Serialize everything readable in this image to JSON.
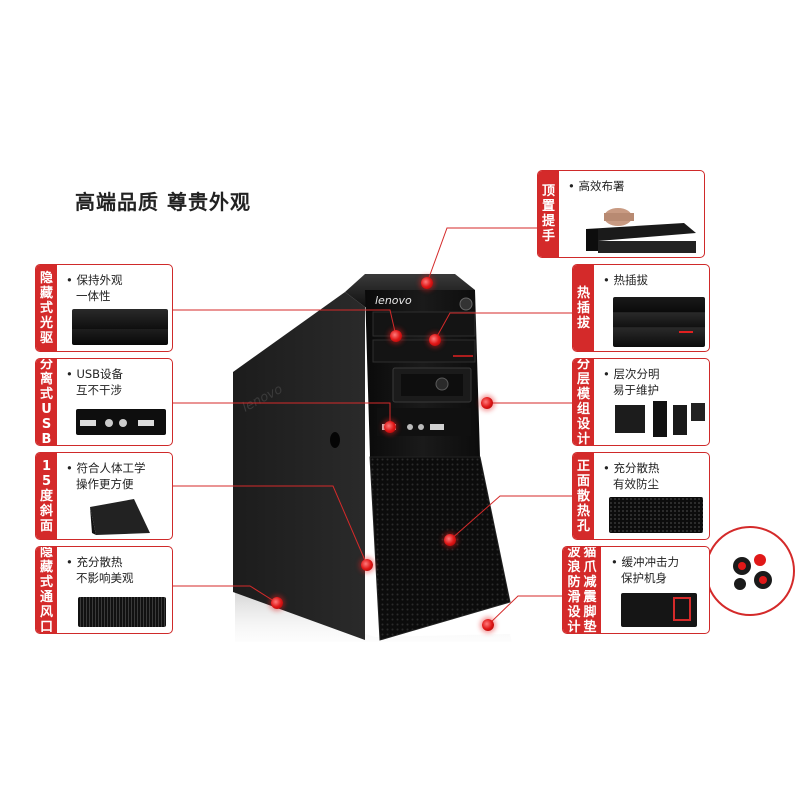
{
  "headline": "高端品质 尊贵外观",
  "brand": "lenovo",
  "accent_color": "#d42a2a",
  "features": {
    "top_handle": {
      "tab": "顶置提手",
      "bullet": "• 高效布署",
      "bullet2": ""
    },
    "hidden_drive": {
      "tab": "隐藏式光驱",
      "bullet": "• 保持外观",
      "bullet2": "一体性"
    },
    "split_usb": {
      "tab": "分离式USB",
      "bullet": "• USB设备",
      "bullet2": "互不干涉"
    },
    "tilt": {
      "tab": "15度斜面",
      "bullet": "• 符合人体工学",
      "bullet2": "操作更方便"
    },
    "hidden_vent": {
      "tab": "隐藏式通风口",
      "bullet": "• 充分散热",
      "bullet2": "不影响美观"
    },
    "hot_swap": {
      "tab": "热插拔",
      "bullet": "• 热插拔",
      "bullet2": ""
    },
    "modular": {
      "tab": "分层模组设计",
      "bullet": "• 层次分明",
      "bullet2": "易于维护"
    },
    "front_vent": {
      "tab": "正面散热孔",
      "bullet": "• 充分散热",
      "bullet2": "有效防尘"
    },
    "feet": {
      "tab": "猫爪减震脚垫 波浪防滑设计",
      "tab_col1": "波浪防滑设计",
      "tab_col2": "猫爪减震脚垫",
      "bullet": "• 缓冲冲击力",
      "bullet2": "保护机身"
    }
  }
}
